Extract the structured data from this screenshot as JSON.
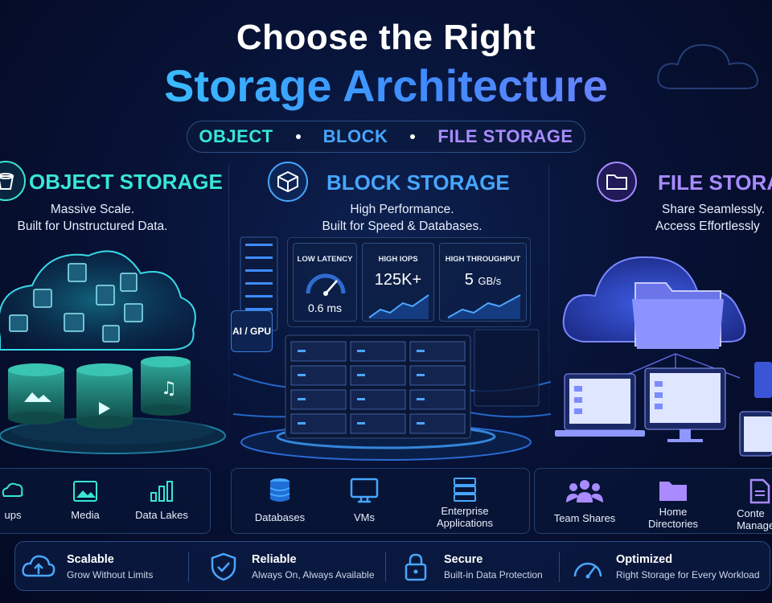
{
  "header": {
    "title_line1": "Choose the Right",
    "title_line2": "Storage Architecture",
    "pill": {
      "object": "OBJECT",
      "block": "BLOCK",
      "file": "FILE STORAGE"
    }
  },
  "columns": {
    "object": {
      "title": "OBJECT STORAGE",
      "subtitle_1": "Massive Scale.",
      "subtitle_2": "Built for Unstructured Data.",
      "icon": "bucket-icon",
      "color": "#38e6d6",
      "cards": [
        {
          "label": "ups",
          "icon": "cloud-backup-icon"
        },
        {
          "label": "Media",
          "icon": "image-icon"
        },
        {
          "label": "Data Lakes",
          "icon": "bar-chart-icon"
        }
      ]
    },
    "block": {
      "title": "BLOCK STORAGE",
      "subtitle_1": "High Performance.",
      "subtitle_2": "Built for Speed & Databases.",
      "icon": "cube-icon",
      "color": "#47a6ff",
      "ai_label": "AI / GPU",
      "metrics": [
        {
          "label": "LOW LATENCY",
          "value": "0.6 ms"
        },
        {
          "label": "HIGH IOPS",
          "value": "125K+"
        },
        {
          "label": "HIGH THROUGHPUT",
          "value": "5",
          "unit": "GB/s"
        }
      ],
      "cards": [
        {
          "label": "Databases",
          "icon": "database-icon"
        },
        {
          "label": "VMs",
          "icon": "monitor-icon"
        },
        {
          "label_1": "Enterprise",
          "label_2": "Applications",
          "icon": "server-icon"
        }
      ]
    },
    "file": {
      "title": "FILE STORAG",
      "subtitle_1": "Share Seamlessly.",
      "subtitle_2": "Access Effortlessly",
      "icon": "folder-icon",
      "color": "#a98bff",
      "cards": [
        {
          "label": "Team Shares",
          "icon": "team-icon"
        },
        {
          "label_1": "Home",
          "label_2": "Directories",
          "icon": "folder-icon"
        },
        {
          "label_1": "Conte",
          "label_2": "Managem",
          "icon": "document-icon"
        }
      ]
    }
  },
  "benefits": [
    {
      "title": "Scalable",
      "subtitle": "Grow Without Limits",
      "icon": "cloud-upload-icon"
    },
    {
      "title": "Reliable",
      "subtitle": "Always On, Always Available",
      "icon": "shield-check-icon"
    },
    {
      "title": "Secure",
      "subtitle": "Built-in Data Protection",
      "icon": "lock-icon"
    },
    {
      "title": "Optimized",
      "subtitle": "Right Storage for Every Workload",
      "icon": "gauge-icon"
    }
  ]
}
